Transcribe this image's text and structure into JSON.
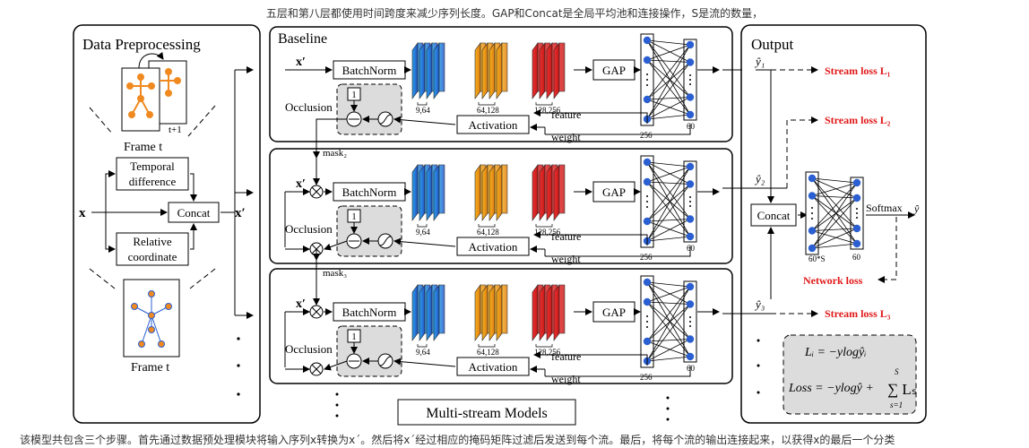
{
  "caption_top": "五层和第八层都使用时间跨度来减少序列长度。GAP和Concat是全局平均池和连接操作，S是流的数量，",
  "caption_bottom": "该模型共包含三个步骤。首先通过数据预处理模块将输入序列x转换为x´。然后将x´经过相应的掩码矩阵过滤后发送到每个流。最后，将每个流的输出连接起来，以获得x的最后一个分类",
  "preprocess": {
    "title": "Data Preprocessing",
    "frame_t": "Frame t",
    "frame_t1": "t+1",
    "temporal": [
      "Temporal",
      "difference"
    ],
    "relative": [
      "Relative",
      "coordinate"
    ],
    "concat": "Concat",
    "input": "x",
    "output": "x′",
    "frame_t_bottom": "Frame t"
  },
  "streams": [
    {
      "title": "Baseline",
      "input": "x′",
      "mask": ""
    },
    {
      "title": "",
      "input": "x′",
      "mask": "mask₂"
    },
    {
      "title": "",
      "input": "x′",
      "mask": "mask₃"
    }
  ],
  "stream_labels": {
    "batchnorm": "BatchNorm",
    "gap": "GAP",
    "activation": "Activation",
    "occlusion": "Occlusion",
    "feature": "feature",
    "weight": "weight",
    "one": "1",
    "dims": [
      "9,64",
      "64,128",
      "128,256"
    ],
    "fc_in": "256",
    "fc_out": "60"
  },
  "multi_stream": "Multi-stream Models",
  "output": {
    "title": "Output",
    "y1": "ŷ₁",
    "y2": "ŷ₂",
    "y3": "ŷ₃",
    "loss1": "Stream loss L₁",
    "loss2": "Stream loss L₂",
    "loss3": "Stream loss L₃",
    "concat": "Concat",
    "softmax": "Softmax",
    "yhat": "ŷ",
    "fc_in": "60*S",
    "fc_out": "60",
    "network_loss": "Network loss",
    "formula1": "Lᵢ = −ylogŷᵢ",
    "formula2": "Loss = −ylogŷ + ",
    "sum_top": "S",
    "sum_bottom": "s=1",
    "sum_body": "∑ Lₛ"
  },
  "colors": {
    "blue": "#2f6fd8",
    "orange": "#f0a020",
    "red": "#e02828",
    "node": "#2b5fd1",
    "loss": "#e01818",
    "panel": "#dcdcdc"
  }
}
